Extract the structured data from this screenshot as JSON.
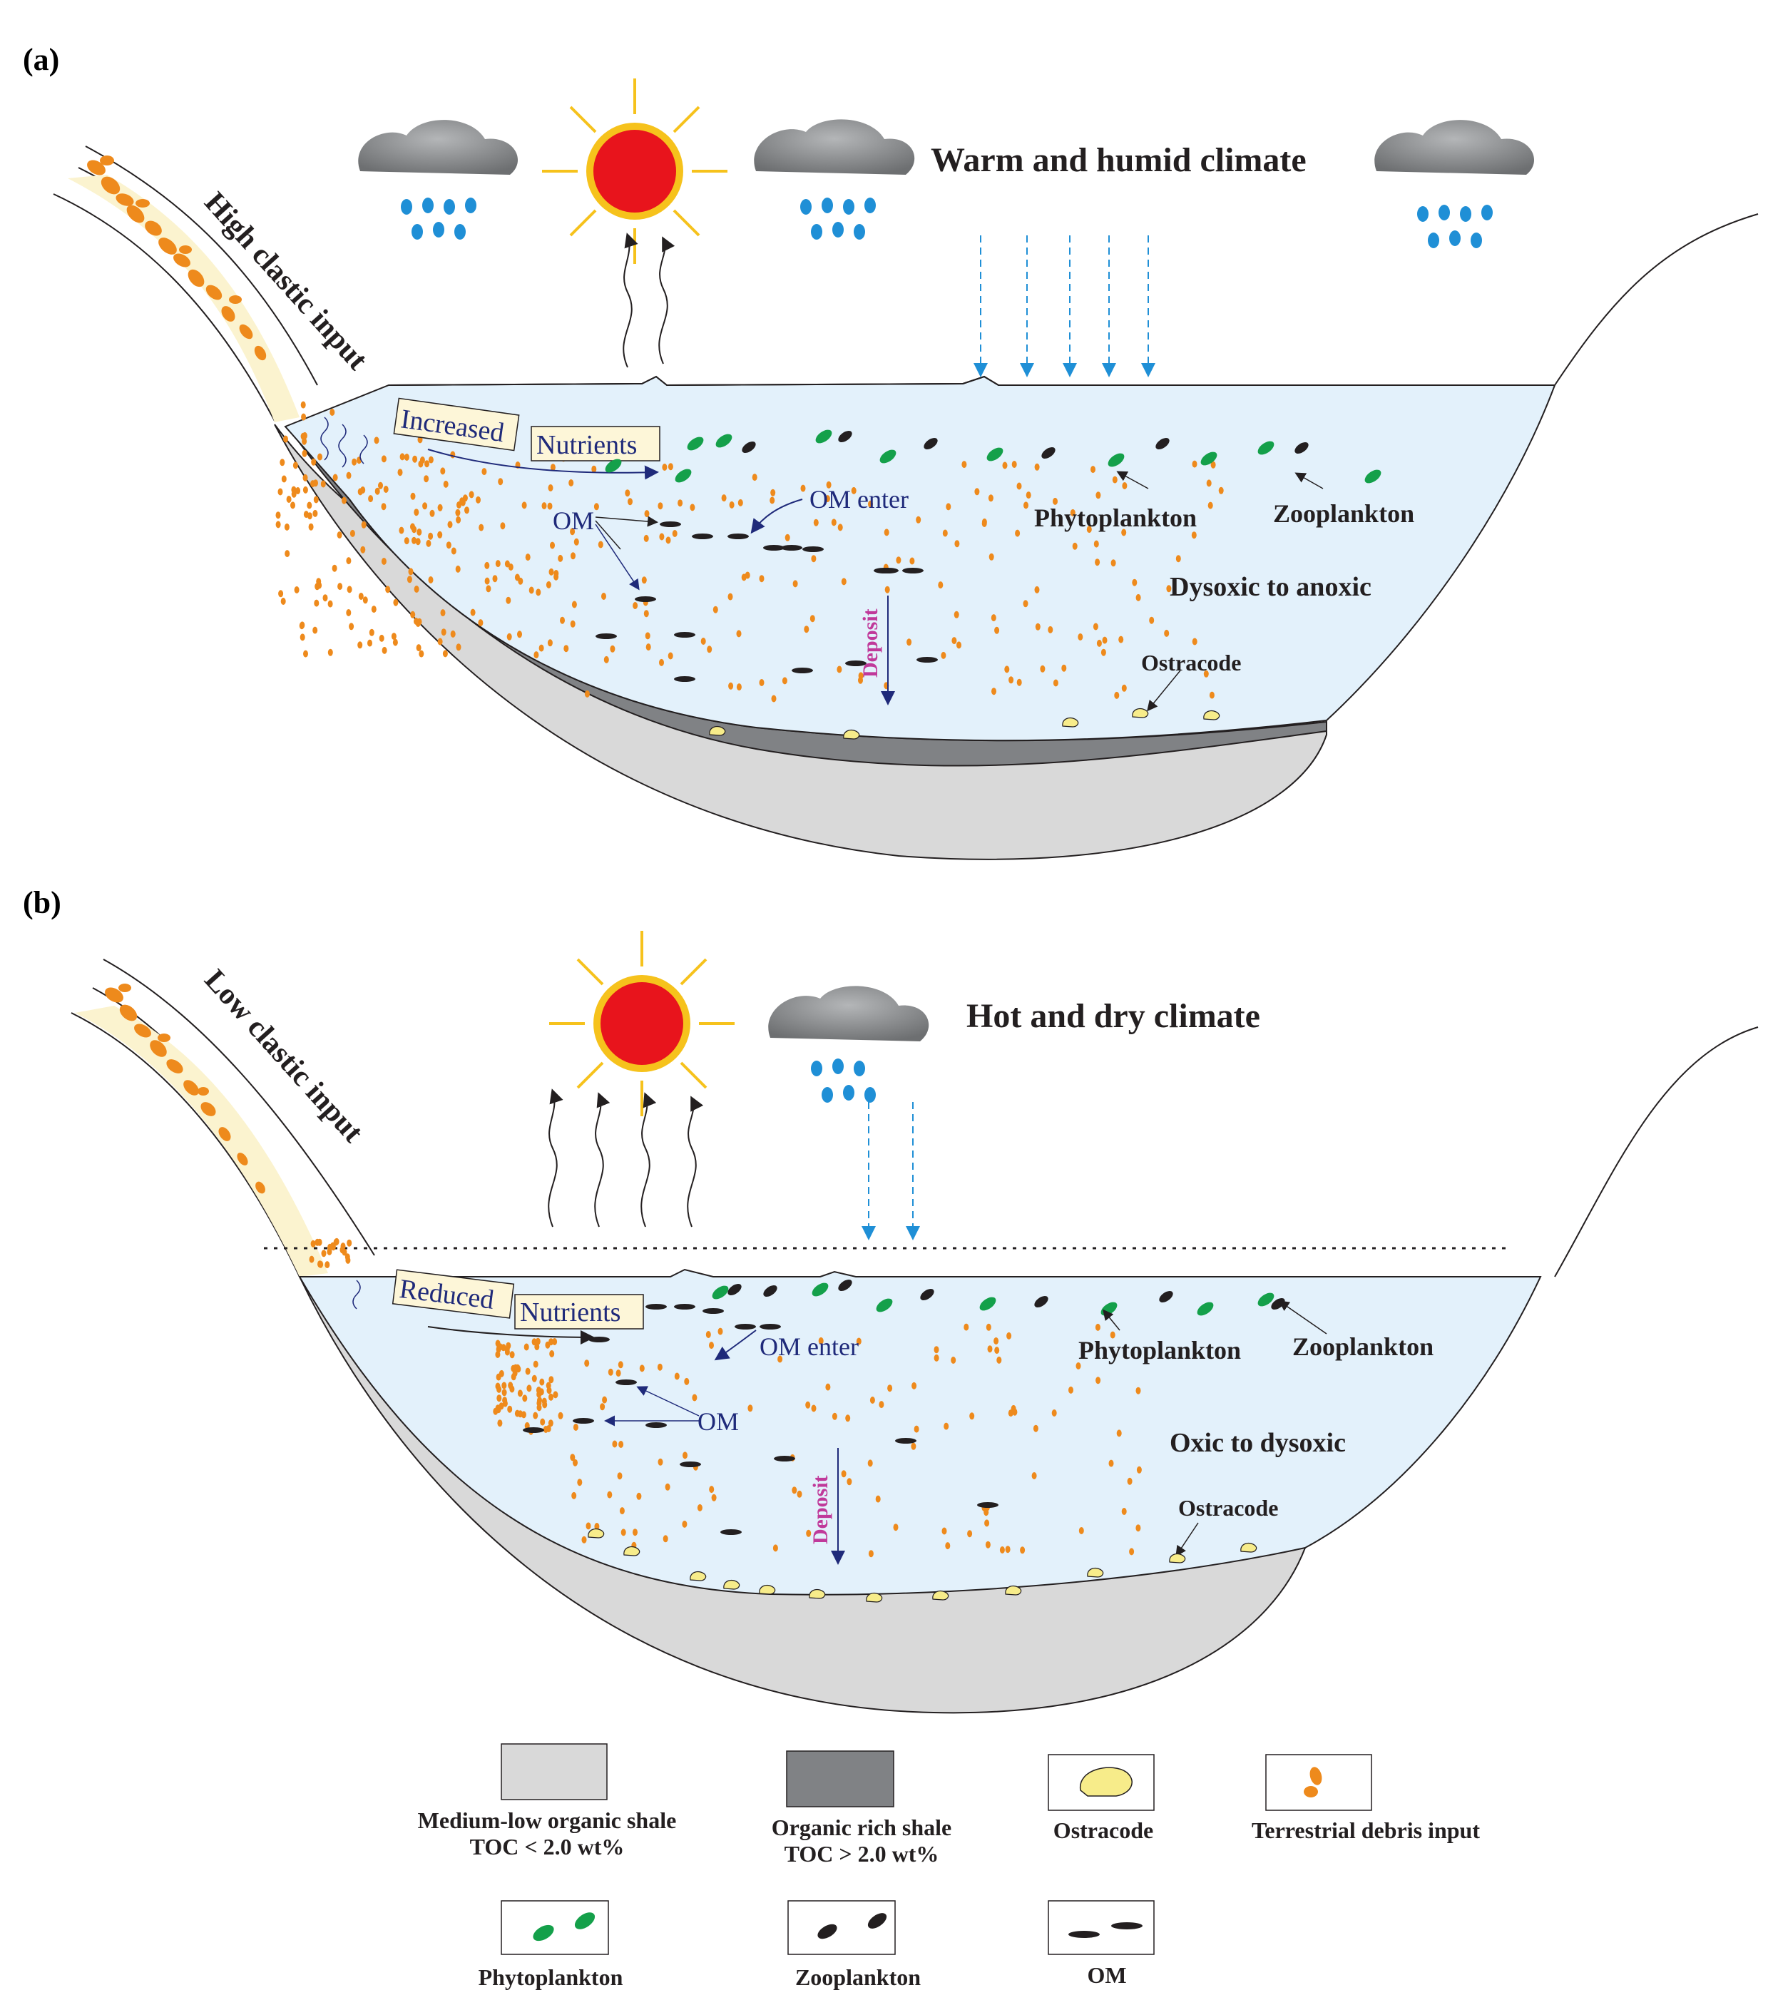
{
  "panel_a": {
    "label": "(a)",
    "climate": "Warm and humid climate",
    "clastic": "High clastic input",
    "box1": "Increased",
    "box2": "Nutrients",
    "om": "OM",
    "om_enter": "OM enter",
    "phytoplankton": "Phytoplankton",
    "zooplankton": "Zooplankton",
    "redox": "Dysoxic to anoxic",
    "deposit": "Deposit",
    "ostracode": "Ostracode"
  },
  "panel_b": {
    "label": "(b)",
    "climate": "Hot and dry climate",
    "clastic": "Low clastic input",
    "box1": "Reduced",
    "box2": "Nutrients",
    "om": "OM",
    "om_enter": "OM enter",
    "phytoplankton": "Phytoplankton",
    "zooplankton": "Zooplankton",
    "redox": "Oxic to dysoxic",
    "deposit": "Deposit",
    "ostracode": "Ostracode"
  },
  "legend": {
    "medium_low_line1": "Medium-low organic shale",
    "medium_low_line2": "TOC < 2.0 wt%",
    "organic_rich_line1": "Organic rich shale",
    "organic_rich_line2": "TOC > 2.0 wt%",
    "ostracode": "Ostracode",
    "terrestrial": "Terrestrial debris input",
    "phytoplankton": "Phytoplankton",
    "zooplankton": "Zooplankton",
    "om": "OM"
  },
  "colors": {
    "water": "#e3f1fb",
    "light_shale": "#d9d9d9",
    "dark_shale": "#808285",
    "debris": "#ee8a1c",
    "phyto": "#14a04a",
    "zoo": "#231f20",
    "ostracode": "#f7ec8a",
    "sun": "#e8141c",
    "sun_ring": "#f6c21c",
    "cloud": "#8a8c8e",
    "rain": "#1f8fd6"
  }
}
